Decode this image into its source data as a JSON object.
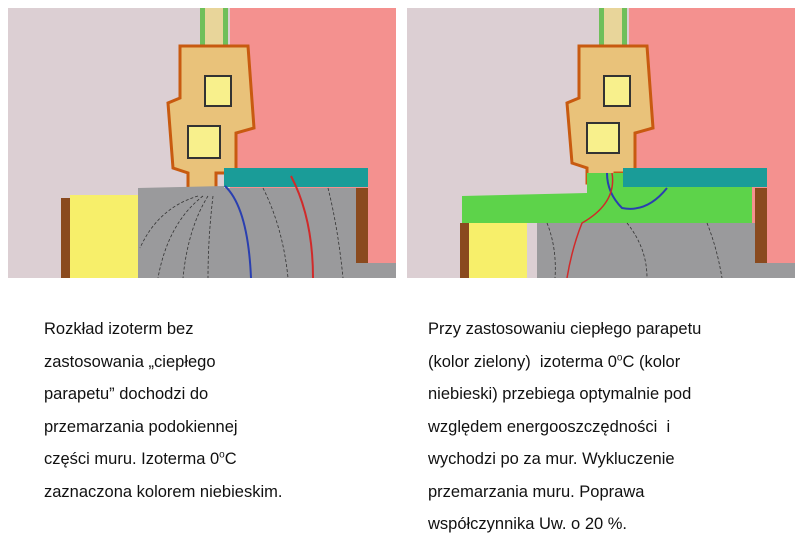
{
  "figures": {
    "left": {
      "name": "isotherm-without-warm-sill"
    },
    "right": {
      "name": "isotherm-with-warm-sill"
    }
  },
  "captions": {
    "left": {
      "lines": [
        "Rozkład izoterm bez",
        "zastosowania „ciepłego",
        "parapetu” dochodzi do",
        "przemarzania podokiennej",
        "części muru. Izoterma 0",
        "zaznaczona kolorem niebieskim."
      ],
      "degree_sup": "o",
      "degree_unit": "C"
    },
    "right": {
      "lines": [
        "Przy zastosowaniu ciepłego parapetu",
        "(kolor zielony)  izoterma 0",
        "niebieski) przebiega optymalnie pod",
        "względem energooszczędności  i",
        "wychodzi po za mur. Wykluczenie",
        "przemarzania muru. Poprawa",
        "współczynnika Uw. o 20 %."
      ],
      "degree_sup": "o",
      "degree_unit_suffix": "C (kolor"
    }
  },
  "colors": {
    "outside": "#dccfd3",
    "inside": "#f4918f",
    "wall": "#9a9a9c",
    "sill": "#1a9c98",
    "warm_sill": "#5dd34a",
    "insulation": "#f7ef6a",
    "isotherm_0c": "#2a3fb0",
    "isotherm_warm": "#d02a2a"
  }
}
